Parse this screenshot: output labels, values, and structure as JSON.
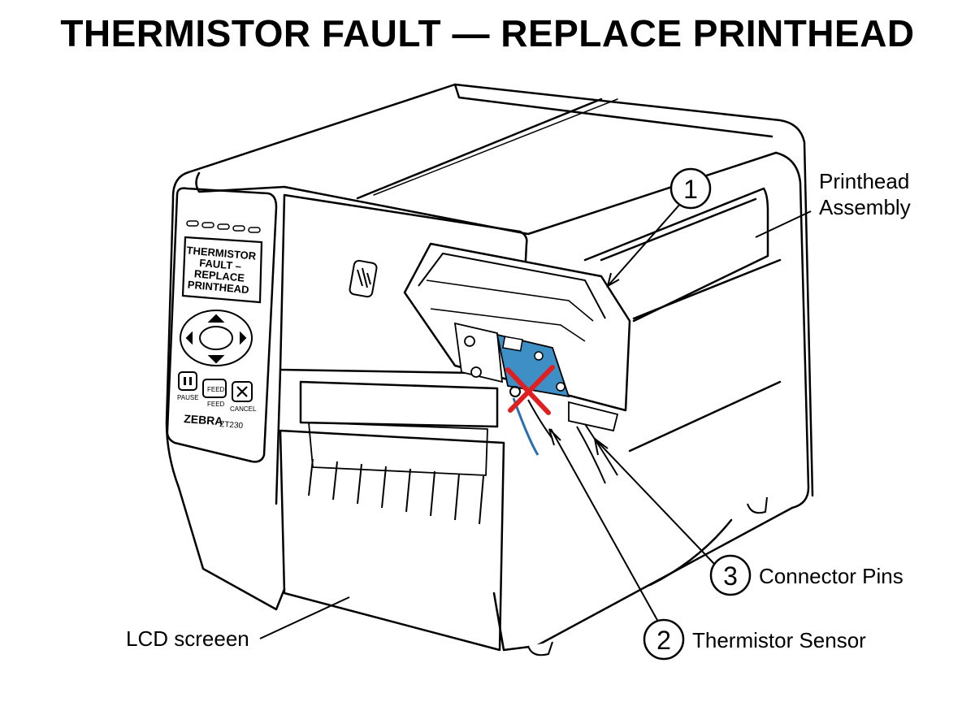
{
  "title": "THERMISTOR FAULT — REPLACE PRINTHEAD",
  "lcd_lines": [
    "THERMISTOR",
    "FAULT –",
    "REPLACE",
    "PRINTHEAD"
  ],
  "buttons": {
    "pause_label": "PAUSE",
    "feed_key": "FEED",
    "feed_label": "FEED",
    "cancel_label": "CANCEL"
  },
  "brand": {
    "name": "ZEBRA",
    "model": "ZT230"
  },
  "callouts": [
    {
      "number": "1",
      "label_lines": [
        "Printhead",
        "Assembly"
      ]
    },
    {
      "number": "2",
      "label": "Thermistor Sensor"
    },
    {
      "number": "3",
      "label": "Connector Pins"
    }
  ],
  "lcd_screen_label": "LCD screeen",
  "colors": {
    "highlight_blue": "#3d8fc6",
    "fault_mark_red": "#e02020",
    "line": "#000000"
  },
  "icons": [
    "pause-icon",
    "cancel-x-icon",
    "zebra-logo-icon",
    "fault-cross-icon"
  ]
}
